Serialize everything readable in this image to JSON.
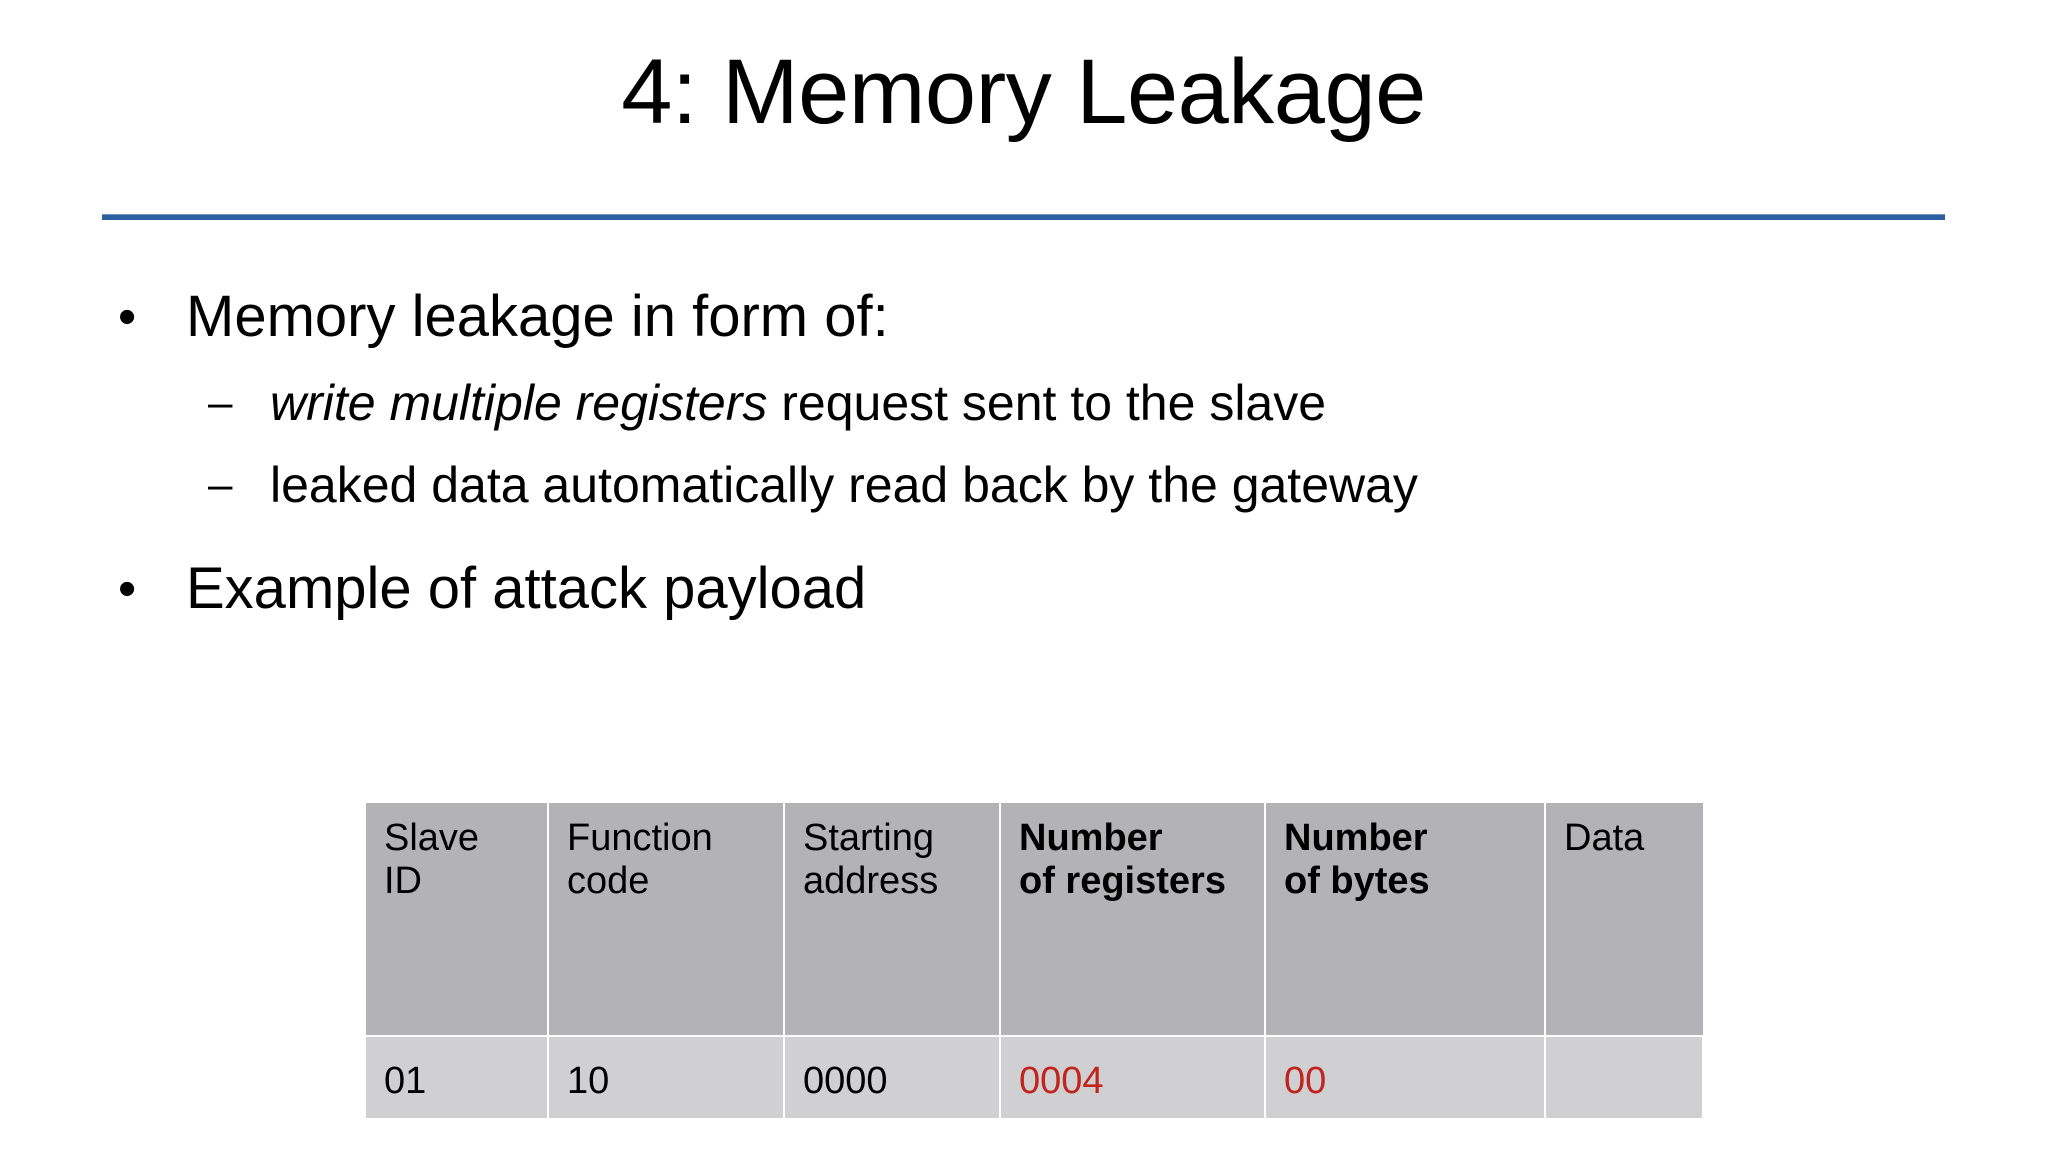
{
  "slide": {
    "title": "4: Memory Leakage",
    "rule_color": "#2e5f9e"
  },
  "bullets": [
    {
      "level": 1,
      "marker": "•",
      "text": "Memory leakage in form of:"
    },
    {
      "level": 2,
      "marker": "–",
      "emphasis": "write multiple registers",
      "rest": " request sent to the slave"
    },
    {
      "level": 2,
      "marker": "–",
      "text": "leaked data automatically read back by the gateway"
    },
    {
      "level": 1,
      "marker": "•",
      "text": "Example of attack payload"
    }
  ],
  "table": {
    "headers": [
      {
        "line1": "Slave",
        "line2": "ID",
        "bold": false
      },
      {
        "line1": "Function",
        "line2": "code",
        "bold": false
      },
      {
        "line1": "Starting",
        "line2": "address",
        "bold": false
      },
      {
        "line1": "Number",
        "line2": "of registers",
        "bold": true
      },
      {
        "line1": "Number",
        "line2": "of bytes",
        "bold": true
      },
      {
        "line1": "Data",
        "line2": "",
        "bold": false
      }
    ],
    "row": [
      {
        "value": "01",
        "color": "#000000"
      },
      {
        "value": "10",
        "color": "#000000"
      },
      {
        "value": "0000",
        "color": "#000000"
      },
      {
        "value": "0004",
        "color": "#c0241c"
      },
      {
        "value": "00",
        "color": "#c0241c"
      },
      {
        "value": "",
        "color": "#000000"
      },
      {
        "value": "",
        "color": "#000000"
      }
    ],
    "header_bg": "#b3b2b5",
    "row_bg": "#d0cfd2",
    "highlight_color": "#c0241c"
  }
}
